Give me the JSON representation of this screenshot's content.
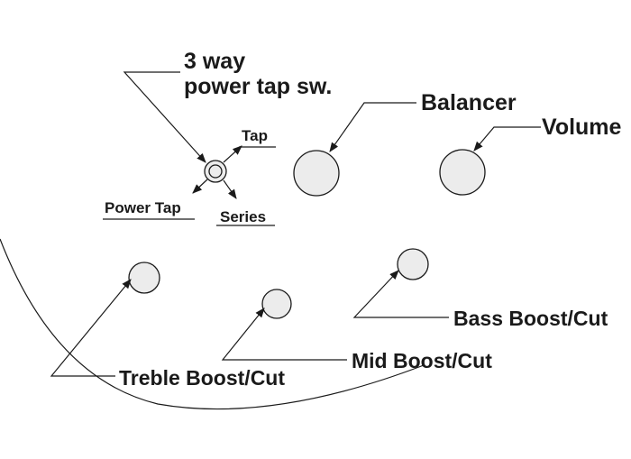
{
  "labels": {
    "switch_line1": "3 way",
    "switch_line2": "power tap sw.",
    "tap": "Tap",
    "power_tap": "Power Tap",
    "series": "Series",
    "balancer": "Balancer",
    "volume": "Volume",
    "bass": "Bass Boost/Cut",
    "mid": "Mid Boost/Cut",
    "treble": "Treble Boost/Cut"
  },
  "colors": {
    "ink": "#1a1a1a",
    "knob_fill": "#ececec",
    "background": "#ffffff"
  }
}
